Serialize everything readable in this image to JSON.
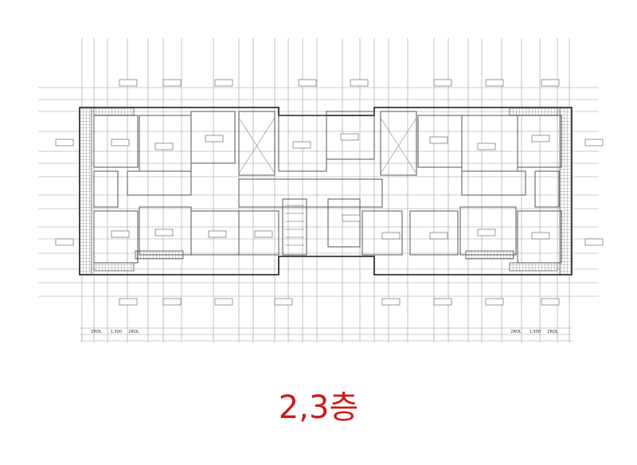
{
  "title": "2,3층",
  "colors": {
    "caption": "#cc1a1a",
    "line": "#555555",
    "grid": "#9a9a9a",
    "hatch": "#8c8c8c"
  },
  "plan": {
    "dimension_labels": [
      "2ROL",
      "1,500",
      "2ROL",
      "2ROL",
      "1,500",
      "2ROL"
    ]
  }
}
